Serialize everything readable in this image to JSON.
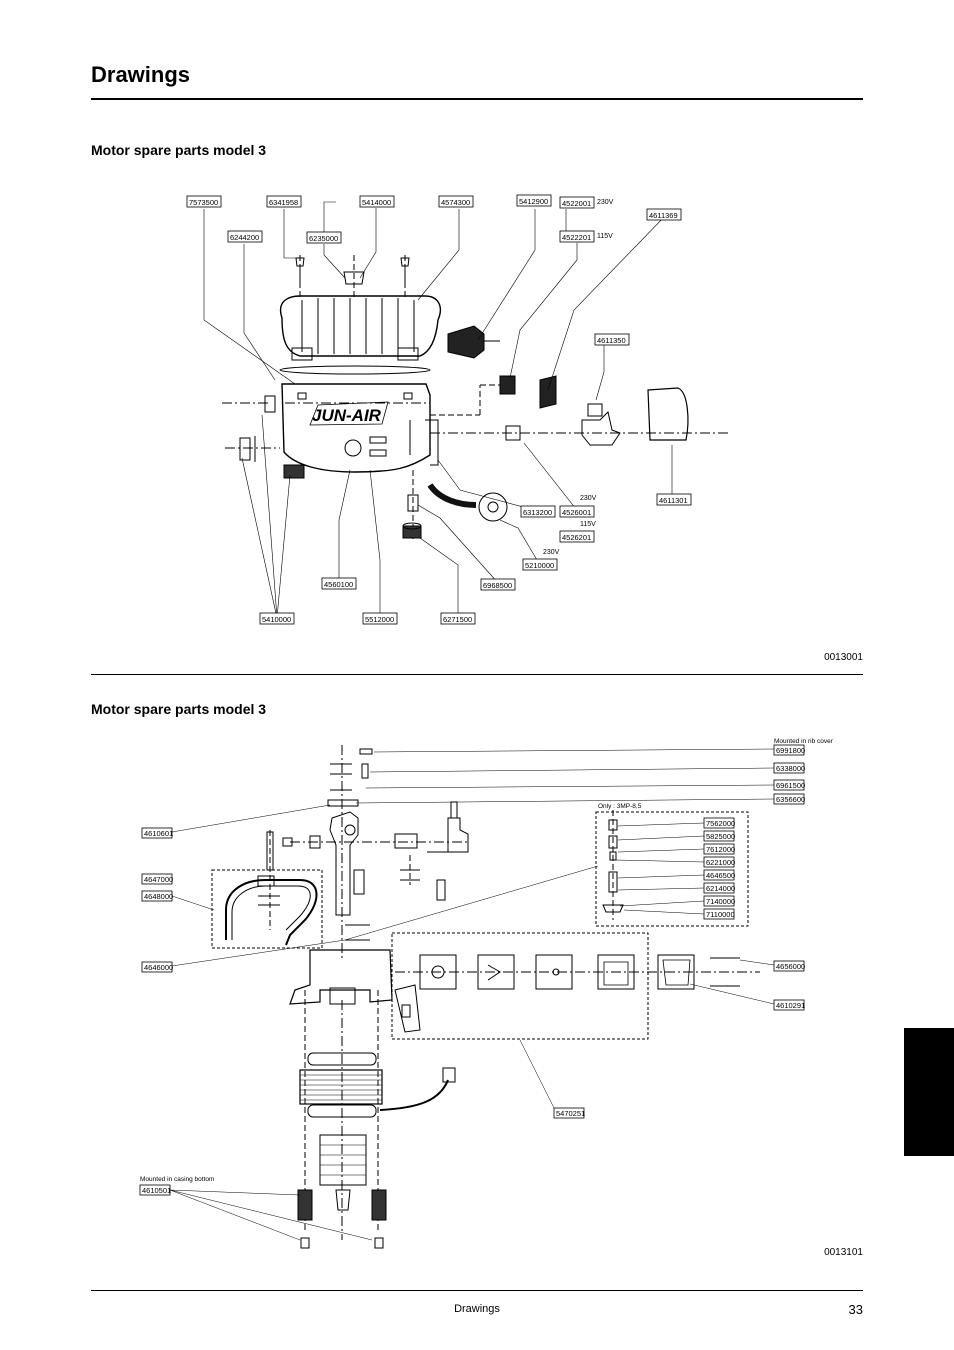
{
  "page": {
    "title": "Drawings",
    "footer": "Drawings",
    "page_number": "33"
  },
  "diagram1": {
    "title": "Motor spare parts model 3",
    "code": "0013001",
    "logo_text": "JUN-AIR",
    "voltage_labels": [
      "230V",
      "115V",
      "230V",
      "115V",
      "230V"
    ],
    "parts": [
      "7573500",
      "6341958",
      "5414000",
      "4574300",
      "5412900",
      "4522001",
      "4522201",
      "4611369",
      "6244200",
      "6235000",
      "4611350",
      "4611301",
      "6313200",
      "4526001",
      "4526201",
      "5210000",
      "6968500",
      "4560100",
      "5512000",
      "6271500",
      "5410000"
    ]
  },
  "diagram2": {
    "title": "Motor spare parts model 3",
    "code": "0013101",
    "note_rib_cover": "Mounted in rib cover",
    "note_casing": "Mounted in casing bottom",
    "note_only": "Only : 3MP-8,5",
    "parts": [
      "6991800",
      "6338000",
      "6961500",
      "6356600",
      "4610601",
      "4647000",
      "4648000",
      "4646000",
      "7562000",
      "5825000",
      "7612000",
      "6221000",
      "4646500",
      "6214000",
      "7140000",
      "7110000",
      "4656000",
      "4610291",
      "5470251",
      "4610501"
    ]
  }
}
